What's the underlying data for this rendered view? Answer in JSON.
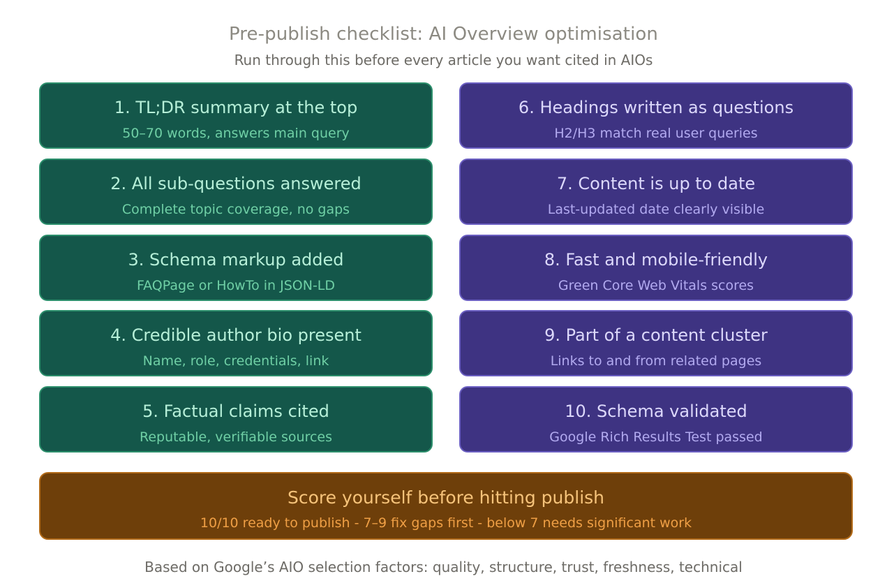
{
  "title": "Pre-publish checklist: AI Overview optimisation",
  "subtitle": "Run through this before every article you want cited in AIOs",
  "checklist": {
    "left": [
      {
        "heading": "1. TL;DR summary at the top",
        "detail": "50–70 words, answers main query"
      },
      {
        "heading": "2. All sub-questions answered",
        "detail": "Complete topic coverage, no gaps"
      },
      {
        "heading": "3. Schema markup added",
        "detail": "FAQPage or HowTo in JSON-LD"
      },
      {
        "heading": "4. Credible author bio present",
        "detail": "Name, role, credentials, link"
      },
      {
        "heading": "5. Factual claims cited",
        "detail": "Reputable, verifiable sources"
      }
    ],
    "right": [
      {
        "heading": "6. Headings written as questions",
        "detail": "H2/H3 match real user queries"
      },
      {
        "heading": "7. Content is up to date",
        "detail": "Last-updated date clearly visible"
      },
      {
        "heading": "8. Fast and mobile-friendly",
        "detail": "Green Core Web Vitals scores"
      },
      {
        "heading": "9. Part of a content cluster",
        "detail": "Links to and from related pages"
      },
      {
        "heading": "10. Schema validated",
        "detail": "Google Rich Results Test passed"
      }
    ]
  },
  "score": {
    "heading": "Score yourself before hitting publish",
    "detail": "10/10 ready to publish - 7–9 fix gaps first - below 7 needs significant work"
  },
  "footnote": "Based on Google’s AIO selection factors: quality, structure, trust, freshness, technical",
  "colors": {
    "green_card": "#14574a",
    "purple_card": "#3e3382",
    "orange_banner": "#6e3f0a"
  }
}
